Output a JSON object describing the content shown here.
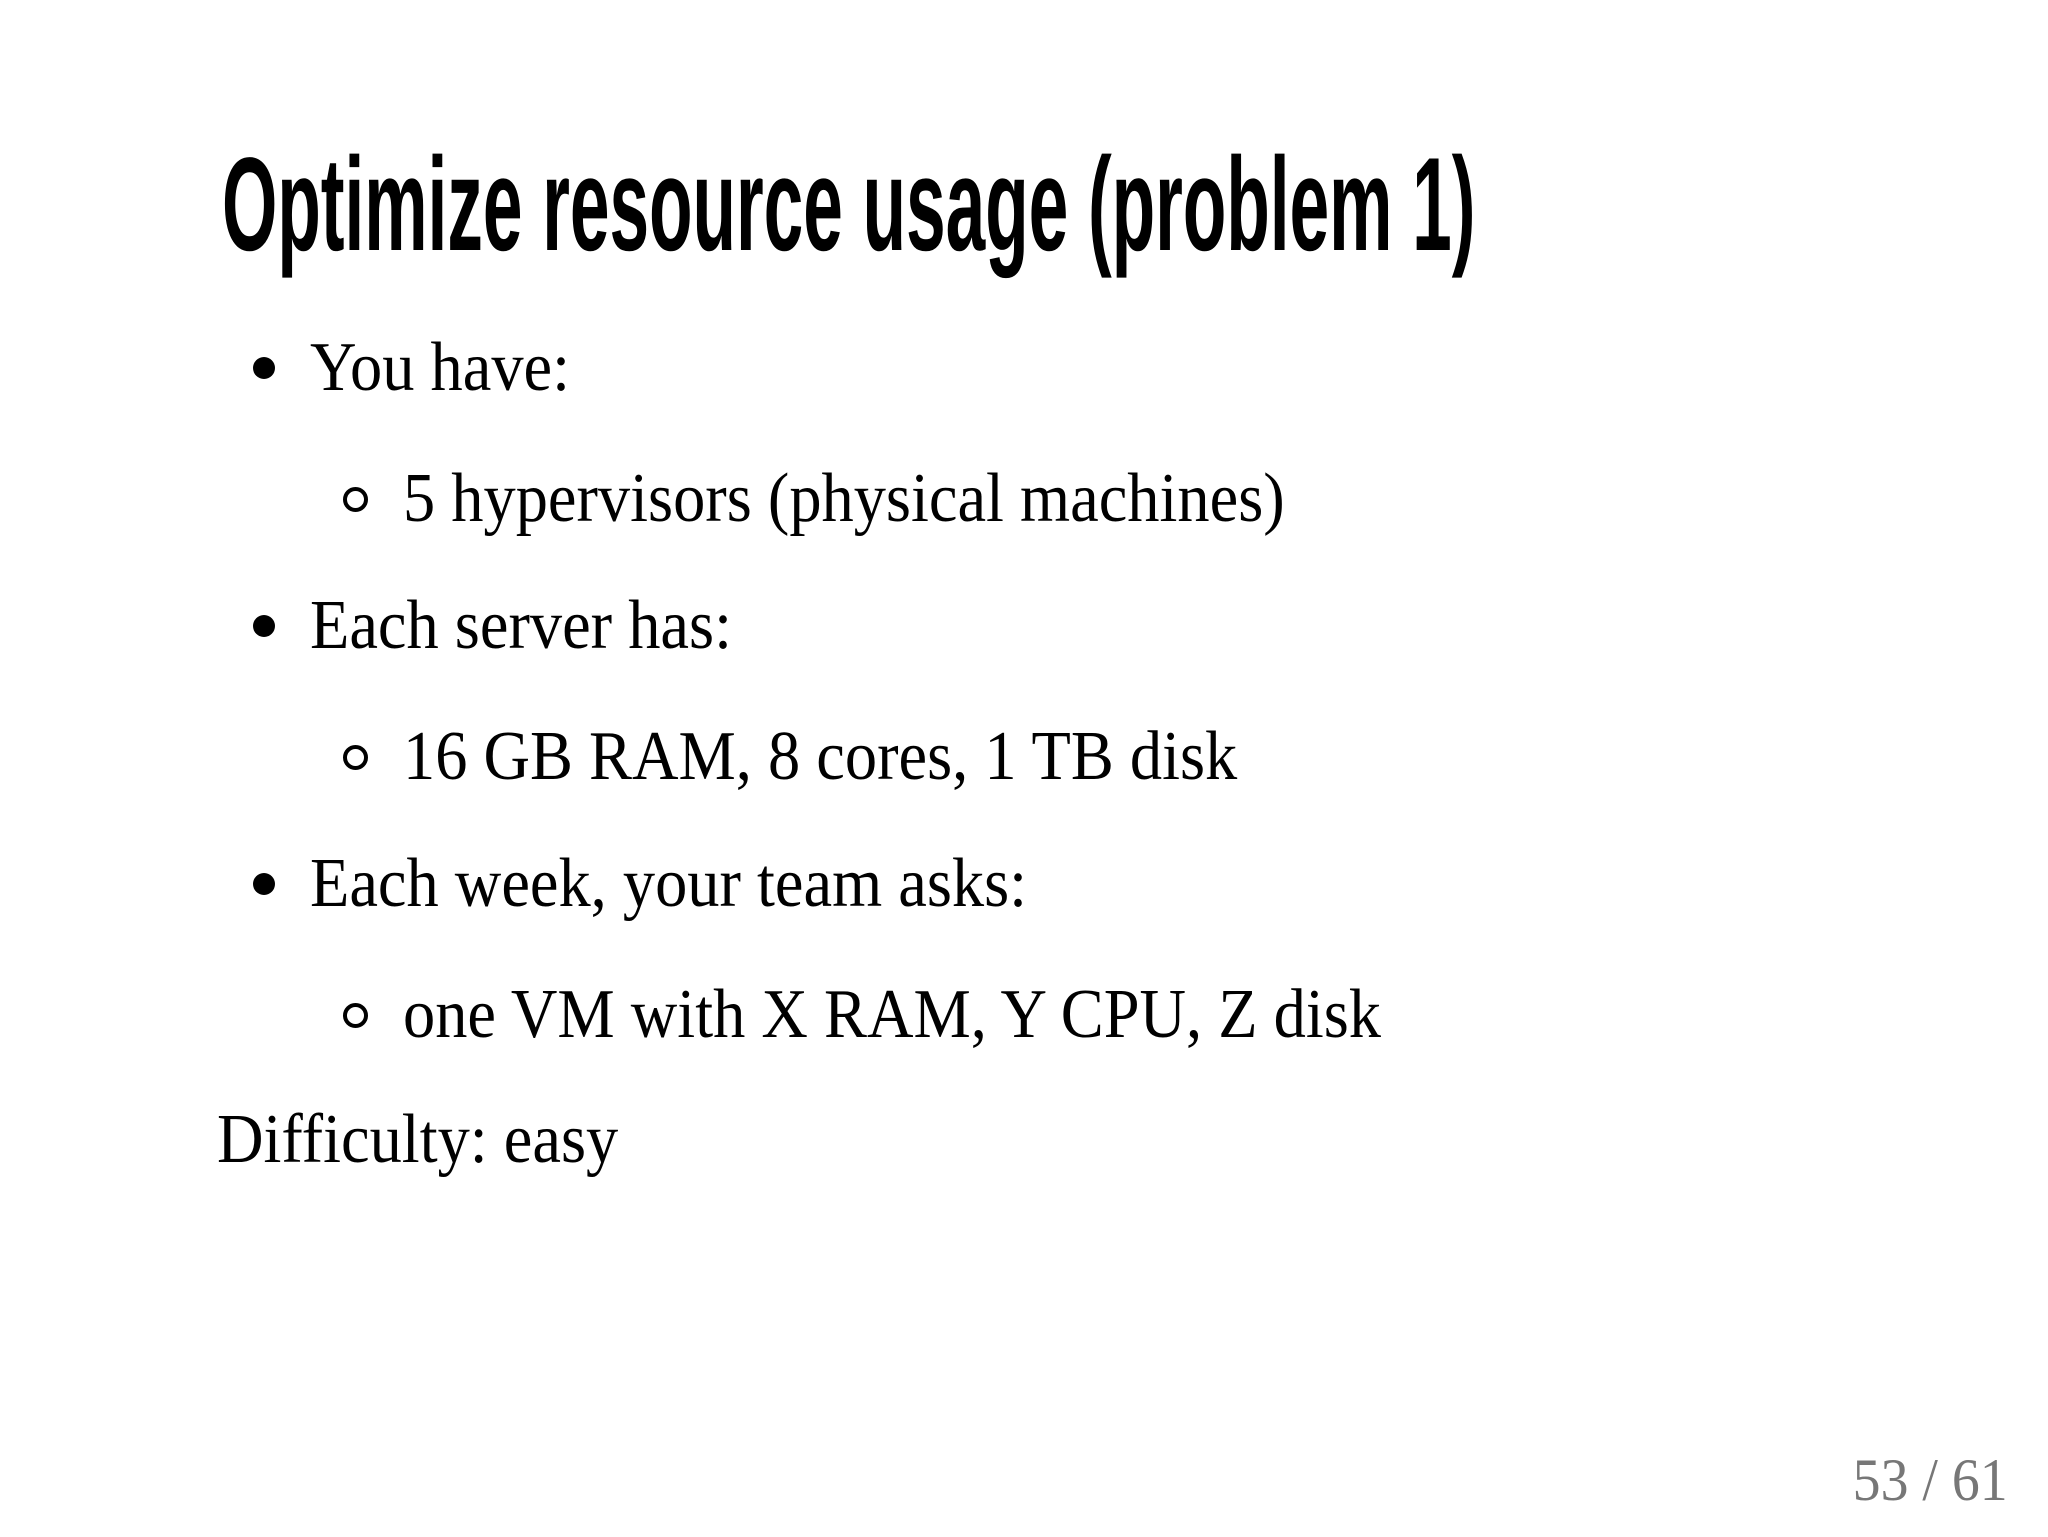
{
  "slide": {
    "title": "Optimize resource usage (problem 1)",
    "bullets": [
      {
        "label": "You have:",
        "sub": "5 hypervisors (physical machines)"
      },
      {
        "label": "Each server has:",
        "sub": "16 GB RAM, 8 cores, 1 TB disk"
      },
      {
        "label": "Each week, your team asks:",
        "sub": "one VM with X RAM, Y CPU, Z disk"
      }
    ],
    "note": "Difficulty: easy",
    "slide_number": "53 / 61",
    "icons": {
      "bullet": "filled-circle",
      "sub_bullet": "open-circle"
    },
    "colors": {
      "background": "#ffffff",
      "text": "#000000",
      "slide_number": "#777777"
    }
  }
}
